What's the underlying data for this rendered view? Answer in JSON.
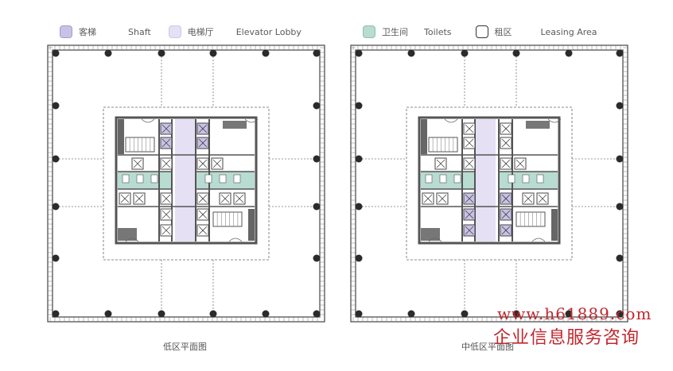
{
  "legend_left": [
    {
      "cn": "客梯",
      "en": "Shaft",
      "color": "#c9c2e6",
      "border": "#a79ccf"
    },
    {
      "cn": "电梯厅",
      "en": "Elevator Lobby",
      "color": "#e5e0f3",
      "border": "#cfc8e8"
    }
  ],
  "legend_right": [
    {
      "cn": "卫生间",
      "en": "Toilets",
      "color": "#b8dbd2",
      "border": "#8fbfb3"
    },
    {
      "cn": "租区",
      "en": "Leasing Area",
      "color": "#ffffff",
      "border": "#333333"
    }
  ],
  "plans": [
    {
      "caption": "低区平面图"
    },
    {
      "caption": "中低区平面图"
    }
  ],
  "watermark": {
    "url": "www.h61889.com",
    "text": "企业信息服务咨询"
  },
  "colors": {
    "wall": "#555555",
    "column": "#2b2b2b",
    "dash": "#777777"
  }
}
